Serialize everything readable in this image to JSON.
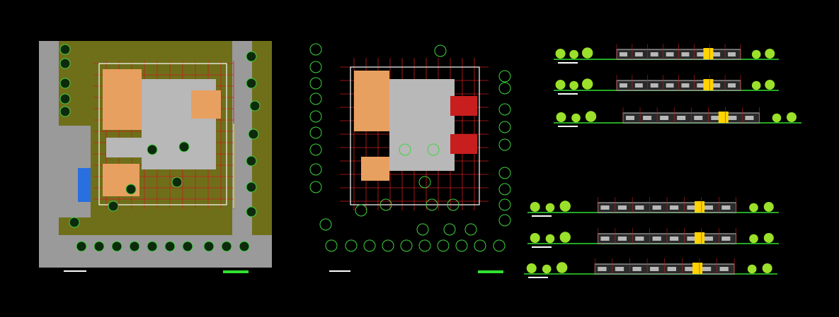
{
  "canvas": {
    "background": "#000000"
  },
  "colors": {
    "site_grass": "#6f6f1a",
    "road_gray": "#9a9a9a",
    "plaza_gray": "#b8b8b8",
    "wall_red": "#c81e1e",
    "wall_white": "#f2f2f2",
    "tree_green": "#3fd43f",
    "foliage": "#9be02a",
    "room_orange": "#e8a060",
    "accent_yellow": "#ffd400",
    "label_white": "#ffffff",
    "water_blue": "#2a6fe0",
    "ground_green": "#30e030"
  },
  "drawings": [
    {
      "id": "site-plan",
      "kind": "site plan",
      "title_bar": true,
      "scale_bar": true
    },
    {
      "id": "floor-plan",
      "kind": "floor plan",
      "title_bar": true,
      "scale_bar": true
    },
    {
      "id": "elevations-top",
      "kind": "elevation set",
      "count": 3
    },
    {
      "id": "elevations-bottom",
      "kind": "elevation set",
      "count": 3
    }
  ]
}
